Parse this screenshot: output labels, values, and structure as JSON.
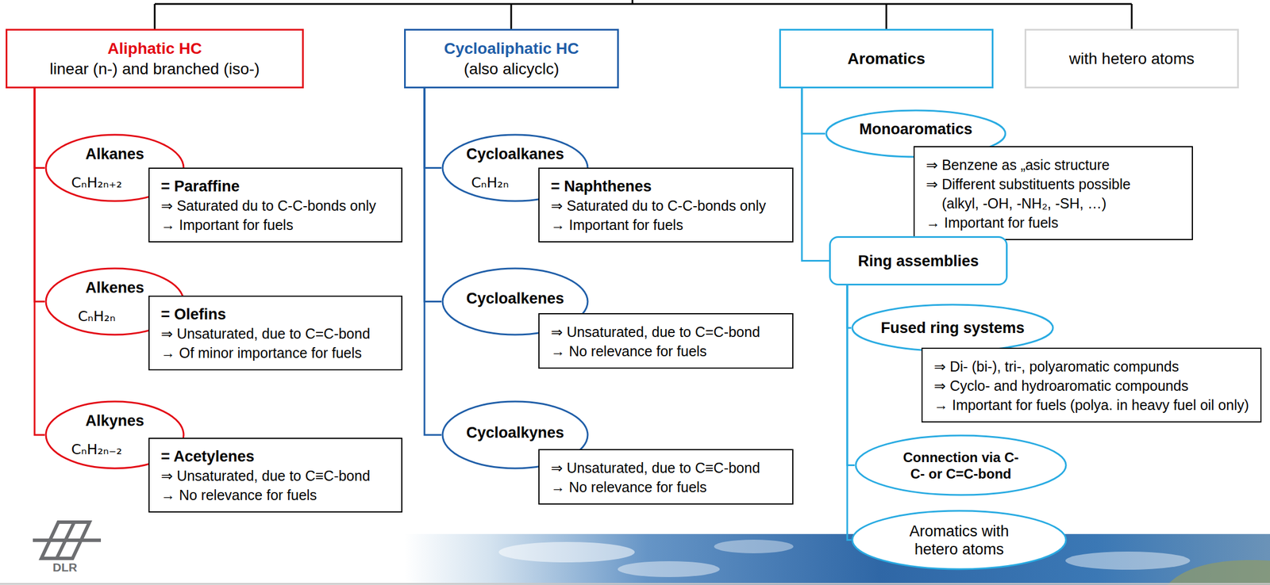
{
  "diagram": {
    "nodes": [
      {
        "text": [
          "Aliphatic HC",
          "linear (n-) and branched (iso-)"
        ]
      },
      {
        "text": [
          "Alkanes",
          "CₙH₂ₙ₊₂"
        ]
      },
      {
        "text": [
          "= Paraffine",
          "⇒ Saturated du to C-C-bonds only",
          "→ Important for fuels"
        ]
      },
      {
        "text": [
          "Alkenes",
          "CₙH₂ₙ"
        ]
      },
      {
        "text": [
          "= Olefins",
          "⇒ Unsaturated, due to C=C-bond",
          "→ Of minor importance for fuels"
        ]
      },
      {
        "text": [
          "Alkynes",
          "CₙH₂ₙ₋₂"
        ]
      },
      {
        "text": [
          "= Acetylenes",
          "⇒ Unsaturated, due to C≡C-bond",
          "→ No relevance for fuels"
        ]
      },
      {
        "text": [
          "Cycloaliphatic HC",
          "(also alicyclc)"
        ]
      },
      {
        "text": [
          "Cycloalkanes",
          "CₙH₂ₙ"
        ]
      },
      {
        "text": [
          "= Naphthenes",
          "⇒ Saturated du to C-C-bonds only",
          "→ Important for fuels"
        ]
      },
      {
        "text": [
          "Cycloalkenes"
        ]
      },
      {
        "text": [
          "⇒ Unsaturated, due to C=C-bond",
          "→ No relevance for fuels"
        ]
      },
      {
        "text": [
          "Cycloalkynes"
        ]
      },
      {
        "text": [
          "⇒ Unsaturated, due to C≡C-bond",
          "→ No relevance for fuels"
        ]
      },
      {
        "text": [
          "Aromatics"
        ]
      },
      {
        "text": [
          "with hetero atoms"
        ]
      },
      {
        "text": [
          "Monoaromatics"
        ]
      },
      {
        "text": [
          "⇒ Benzene as „asic structure",
          "⇒ Different substituents possible (alkyl, -OH, -NH₂, -SH, …)",
          "→ Important for fuels"
        ]
      },
      {
        "text": [
          "Ring assemblies"
        ]
      },
      {
        "text": [
          "Fused ring systems"
        ]
      },
      {
        "text": [
          "⇒ Di- (bi-), tri-, polyaromatic compunds",
          "⇒ Cyclo- and hydroaromatic compounds",
          "→ Important for fuels (polya. in heavy fuel oil only)"
        ]
      },
      {
        "text": [
          "Connection via C-C- or C=C-bond"
        ]
      },
      {
        "text": [
          "Aromatics with hetero atoms"
        ]
      }
    ],
    "edges": [
      {
        "from": 0,
        "to": 1,
        "arrow": "none"
      },
      {
        "from": 0,
        "to": 3,
        "arrow": "none"
      },
      {
        "from": 0,
        "to": 5,
        "arrow": "none"
      },
      {
        "from": 7,
        "to": 8,
        "arrow": "none"
      },
      {
        "from": 7,
        "to": 10,
        "arrow": "none"
      },
      {
        "from": 7,
        "to": 12,
        "arrow": "none"
      },
      {
        "from": 14,
        "to": 16,
        "arrow": "none"
      },
      {
        "from": 14,
        "to": 18,
        "arrow": "none"
      },
      {
        "from": 18,
        "to": 19,
        "arrow": "none"
      },
      {
        "from": 18,
        "to": 21,
        "arrow": "none"
      },
      {
        "from": 18,
        "to": 22,
        "arrow": "none"
      }
    ],
    "labels": [
      "DLR"
    ]
  }
}
